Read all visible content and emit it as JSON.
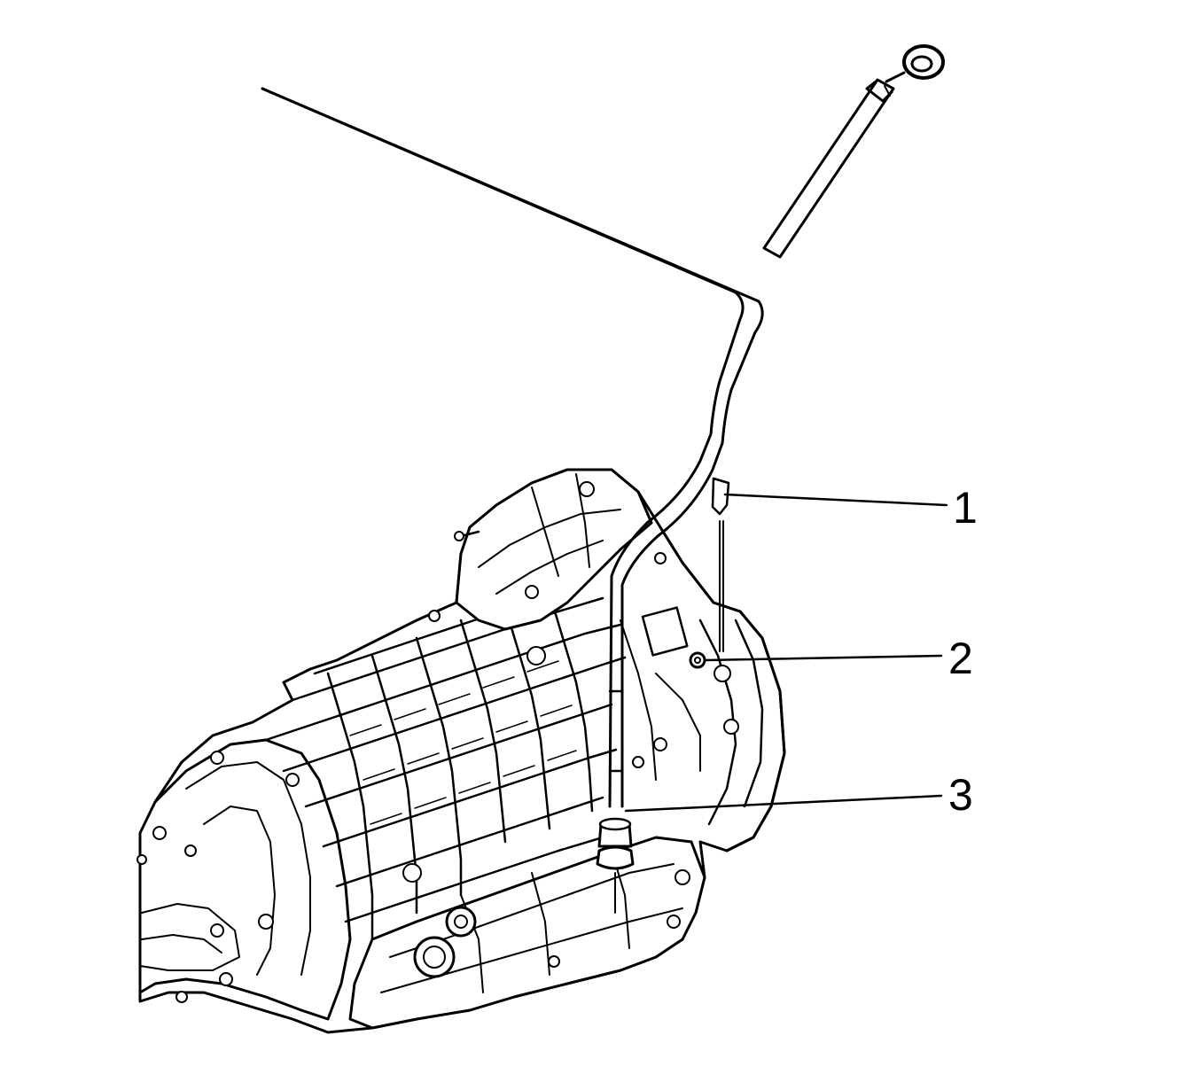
{
  "colors": {
    "line": "#000000",
    "background": "#ffffff"
  },
  "callouts": [
    {
      "id": "1",
      "label": "1"
    },
    {
      "id": "2",
      "label": "2"
    },
    {
      "id": "3",
      "label": "3"
    }
  ]
}
